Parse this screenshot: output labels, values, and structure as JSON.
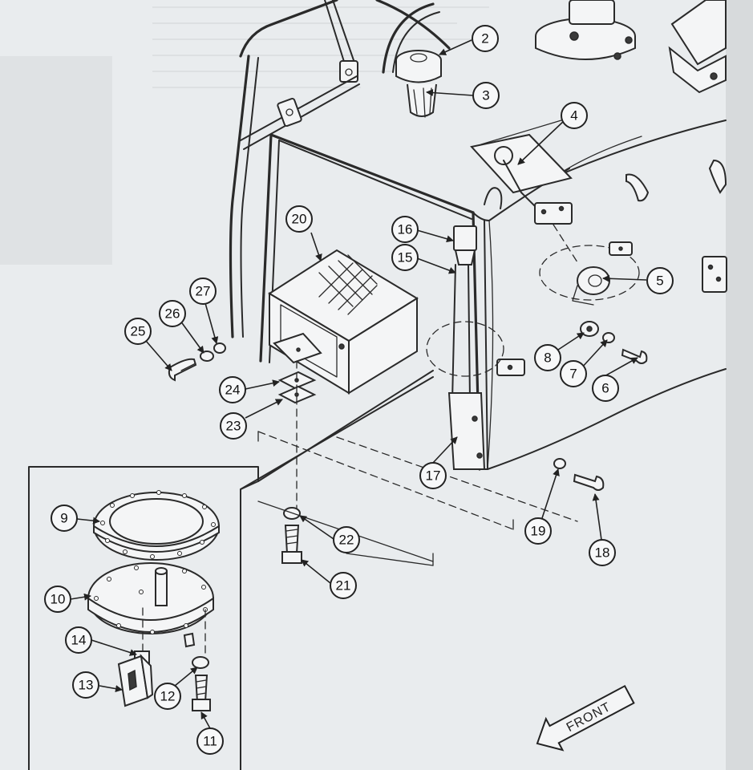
{
  "front_label": "FRONT",
  "callouts": [
    "2",
    "3",
    "4",
    "5",
    "6",
    "7",
    "8",
    "9",
    "10",
    "11",
    "12",
    "13",
    "14",
    "15",
    "16",
    "17",
    "18",
    "19",
    "20",
    "21",
    "22",
    "23",
    "24",
    "25",
    "26",
    "27"
  ]
}
